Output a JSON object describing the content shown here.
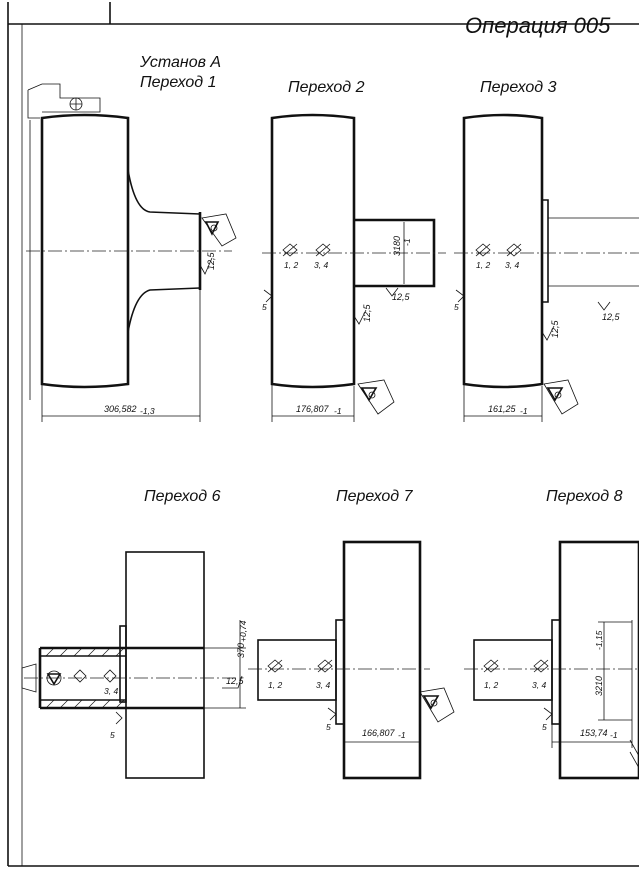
{
  "header": {
    "operation_title": "Операция 005"
  },
  "setup": {
    "label": "Установ А"
  },
  "steps": [
    {
      "label": "Переход 1",
      "length_value": "306,582",
      "length_tol": "-1,3"
    },
    {
      "label": "Переход 2",
      "length_value": "176,807",
      "length_tol": "-1",
      "diameter_value": "3180",
      "diameter_tol": "-1"
    },
    {
      "label": "Переход 3",
      "length_value": "161,25",
      "length_tol": "-1"
    },
    {
      "label": "Переход 6",
      "bore_value": "370",
      "bore_tol": "+0,74"
    },
    {
      "label": "Переход 7",
      "length_value": "166,807",
      "length_tol": "-1"
    },
    {
      "label": "Переход 8",
      "length_value": "153,74",
      "length_tol": "-1",
      "diameter_value": "3210",
      "diameter_tol": "-1,15"
    }
  ],
  "marks": {
    "roughness": "12,5",
    "roughness_face": "5",
    "support_a": "1, 2",
    "support_b": "3, 4"
  }
}
